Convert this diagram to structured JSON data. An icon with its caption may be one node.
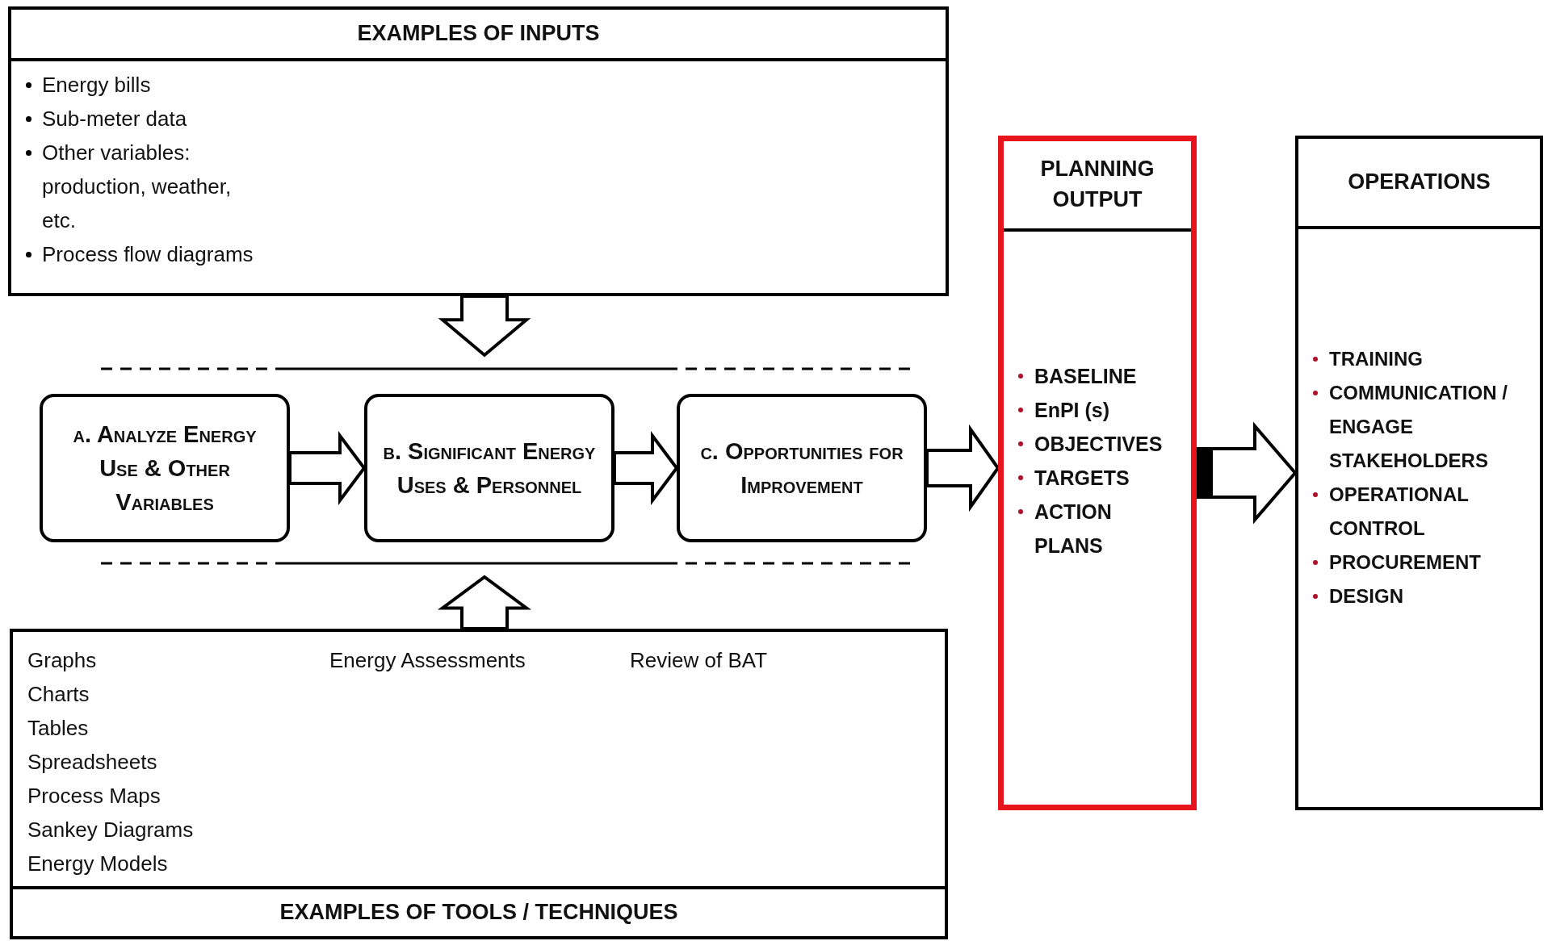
{
  "diagram": {
    "nodes": [
      {
        "text": [
          "EXAMPLES OF INPUTS",
          "Energy bills",
          "Sub-meter data",
          "Other variables: production, weather, etc.",
          "Process flow diagrams"
        ]
      },
      {
        "text": [],
        "shape": "band"
      },
      {
        "text": [
          "a. Analyze Energy Use & Other Variables"
        ],
        "in": 1
      },
      {
        "text": [
          "b. Significant Energy Uses & Personnel"
        ],
        "in": 1
      },
      {
        "text": [
          "c. Opportunities for Improvement"
        ],
        "in": 1
      },
      {
        "text": [
          "Graphs",
          "Charts",
          "Tables",
          "Spreadsheets",
          "Process Maps",
          "Sankey Diagrams",
          "Energy Models",
          "Energy Assessments",
          "Review of BAT",
          "EXAMPLES OF TOOLS / TECHNIQUES"
        ]
      },
      {
        "text": [
          "PLANNING OUTPUT",
          "BASELINE",
          "EnPI (s)",
          "OBJECTIVES",
          "TARGETS",
          "ACTION PLANS"
        ]
      },
      {
        "text": [
          "OPERATIONS",
          "TRAINING",
          "COMMUNICATION / ENGAGE STAKEHOLDERS",
          "OPERATIONAL CONTROL",
          "PROCUREMENT",
          "DESIGN"
        ]
      }
    ],
    "edges": [
      {
        "from": 0,
        "to": 1,
        "arrow": "to"
      },
      {
        "from": 5,
        "to": 1,
        "arrow": "to"
      },
      {
        "from": 2,
        "to": 3,
        "arrow": "to"
      },
      {
        "from": 3,
        "to": 4,
        "arrow": "to"
      },
      {
        "from": 4,
        "to": 6,
        "arrow": "to"
      },
      {
        "from": 6,
        "to": 7,
        "arrow": "to"
      }
    ]
  }
}
